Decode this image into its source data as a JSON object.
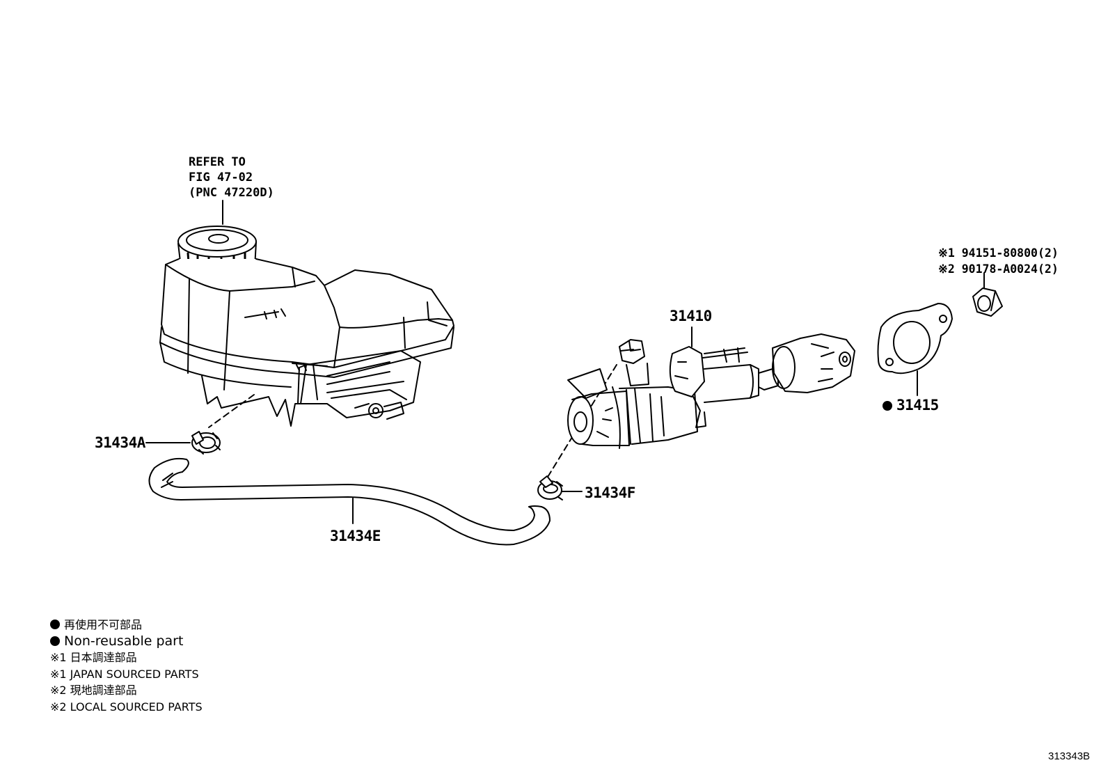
{
  "reference_note": {
    "line1": "REFER TO",
    "line2": "FIG 47-02",
    "line3": "(PNC 47220D)"
  },
  "parts": {
    "p31410": "31410",
    "p31415": "31415",
    "p31434A": "31434A",
    "p31434E": "31434E",
    "p31434F": "31434F"
  },
  "nut_parts": {
    "line1_mark": "※1",
    "line1_code": "94151-80800(2)",
    "line2_mark": "※2",
    "line2_code": "90178-A0024(2)"
  },
  "legend": {
    "item1_jp": "再使用不可部品",
    "item1_en": "Non-reusable part",
    "item2_jp": "※1 日本調達部品",
    "item2_en": "※1 JAPAN SOURCED PARTS",
    "item3_jp": "※2 現地調達部品",
    "item3_en": "※2 LOCAL SOURCED PARTS"
  },
  "figure_number": "313343B"
}
